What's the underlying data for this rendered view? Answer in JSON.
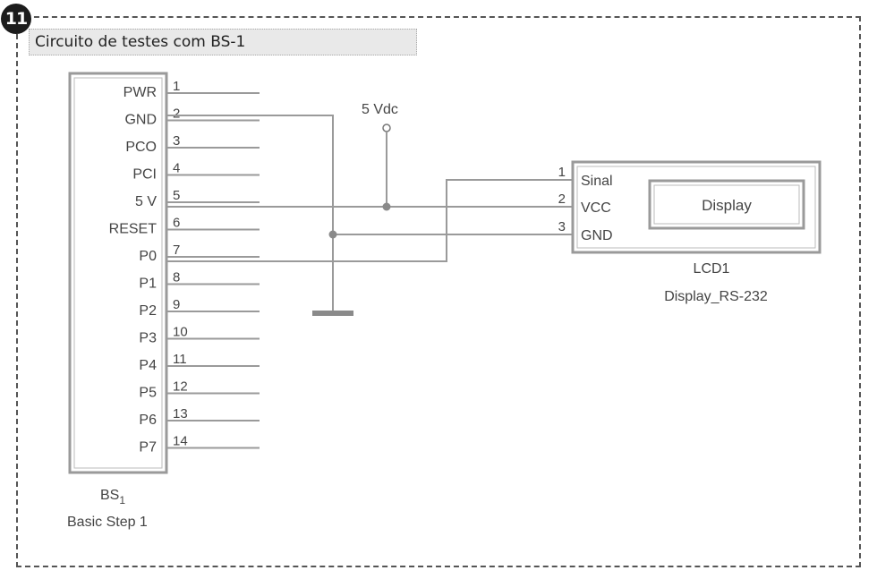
{
  "figure": {
    "badge": "11",
    "title": "Circuito de testes com BS-1"
  },
  "bs1": {
    "designator_base": "BS",
    "designator_sub": "1",
    "part_name": "Basic Step 1",
    "pins": [
      {
        "label": "PWR",
        "number": "1"
      },
      {
        "label": "GND",
        "number": "2"
      },
      {
        "label": "PCO",
        "number": "3"
      },
      {
        "label": "PCI",
        "number": "4"
      },
      {
        "label": "5 V",
        "number": "5"
      },
      {
        "label": "RESET",
        "number": "6"
      },
      {
        "label": "P0",
        "number": "7"
      },
      {
        "label": "P1",
        "number": "8"
      },
      {
        "label": "P2",
        "number": "9"
      },
      {
        "label": "P3",
        "number": "10"
      },
      {
        "label": "P4",
        "number": "11"
      },
      {
        "label": "P5",
        "number": "12"
      },
      {
        "label": "P6",
        "number": "13"
      },
      {
        "label": "P7",
        "number": "14"
      }
    ]
  },
  "supply": {
    "label": "5 Vdc"
  },
  "lcd1": {
    "designator": "LCD1",
    "part_name": "Display_RS-232",
    "inner_label": "Display",
    "pins": [
      {
        "number": "1",
        "label": "Sinal"
      },
      {
        "number": "2",
        "label": "VCC"
      },
      {
        "number": "3",
        "label": "GND"
      }
    ]
  },
  "colors": {
    "line": "#9a9a9a",
    "text": "#444444",
    "badge": "#1c1c1c"
  }
}
